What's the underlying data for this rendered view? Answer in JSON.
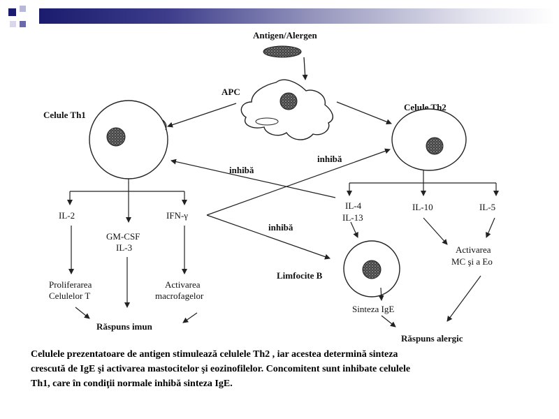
{
  "nodes": {
    "antigen": "Antigen/Alergen",
    "apc": "APC",
    "th1": "Celule Th1",
    "th2": "Celule Th2",
    "inhib_left": "inhibă",
    "inhib_right": "inhibă",
    "inhib_lower": "inhibă",
    "il2": "IL-2",
    "gmcsf": "GM-CSF",
    "il3": "IL-3",
    "ifn": "IFN-γ",
    "il4": "IL-4",
    "il13": "IL-13",
    "il10": "IL-10",
    "il5": "IL-5",
    "prolif_1": "Proliferarea",
    "prolif_2": "Celulelor T",
    "activ_macro_1": "Activarea",
    "activ_macro_2": "macrofagelor",
    "raspuns_imun": "Răspuns imun",
    "limfocite_b": "Limfocite B",
    "sinteza_ige": "Sinteza IgE",
    "activ_mc_1": "Activarea",
    "activ_mc_2": "MC şi a Eo",
    "raspuns_alergic": "Răspuns alergic"
  },
  "caption": {
    "line1": "Celulele prezentatoare de antigen  stimulează celulele Th2 , iar acestea determină sinteza",
    "line2": "crescută de IgE şi activarea mastocitelor şi eozinofilelor. Concomitent sunt inhibate celulele",
    "line3": "Th1, care în condiţii normale inhibă sinteza IgE."
  }
}
